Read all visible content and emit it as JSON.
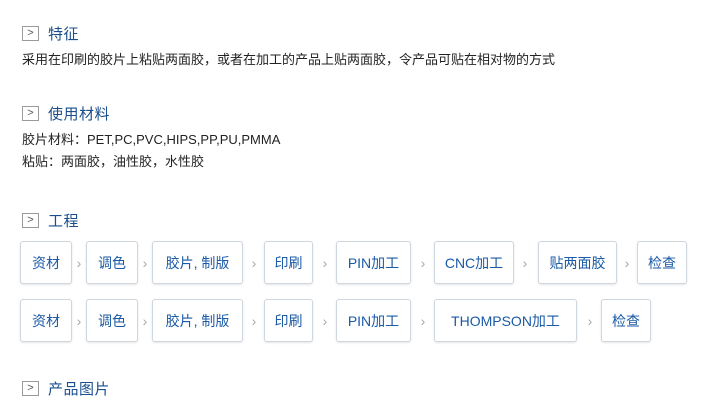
{
  "icons": {
    "section_marker": ">",
    "flow_arrow": "›"
  },
  "sections": {
    "features": {
      "title": "特征",
      "text": "采用在印刷的胶片上粘贴两面胶，或者在加工的产品上贴两面胶，令产品可贴在相对物的方式"
    },
    "materials": {
      "title": "使用材料",
      "line1": "胶片材料：PET,PC,PVC,HIPS,PP,PU,PMMA",
      "line2": "粘贴：两面胶，油性胶，水性胶"
    },
    "process": {
      "title": "工程",
      "row1": [
        "资材",
        "调色",
        "胶片, 制版",
        "印刷",
        "PIN加工",
        "CNC加工",
        "贴两面胶",
        "检查"
      ],
      "row2": [
        "资材",
        "调色",
        "胶片, 制版",
        "印刷",
        "PIN加工",
        "THOMPSON加工",
        "检查"
      ]
    },
    "images": {
      "title": "产品图片"
    }
  }
}
